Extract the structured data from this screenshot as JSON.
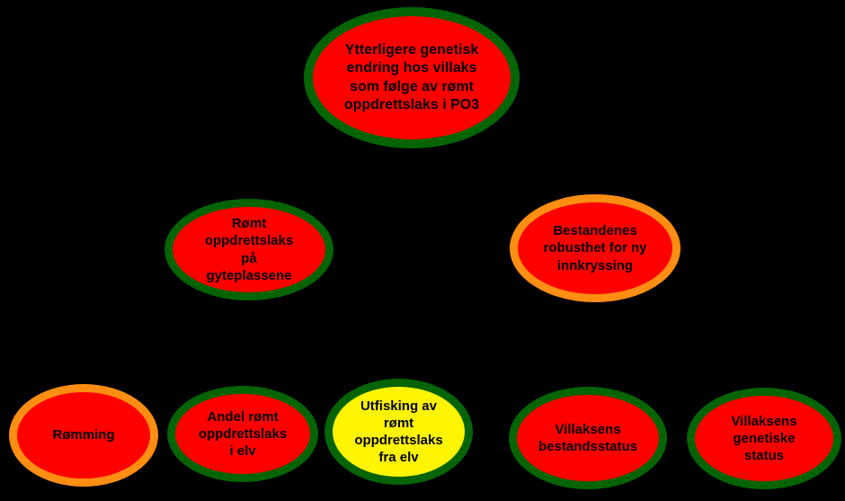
{
  "diagram": {
    "background": "#000000",
    "colors": {
      "red_fill": "#FF0000",
      "yellow_fill": "#FFF500",
      "green_border": "#056405",
      "orange_border": "#FF8E12",
      "text": "#000000"
    },
    "nodes": [
      {
        "id": "ytterligere-genetisk-endring-villaks-po3",
        "label": "Ytterligere genetisk\nendring hos villaks\nsom følge av rømt\noppdrettslaks i PO3",
        "fill": "#FF0000",
        "border": "#056405"
      },
      {
        "id": "romt-oppdrettslaks-pa-gyteplassene",
        "label": "Rømt\noppdrettslaks\npå\ngyteplassene",
        "fill": "#FF0000",
        "border": "#056405"
      },
      {
        "id": "bestandenes-robusthet-for-ny-innkryssing",
        "label": "Bestandenes\nrobusthet for ny\ninnkryssing",
        "fill": "#FF0000",
        "border": "#FF8E12"
      },
      {
        "id": "romming",
        "label": "Rømming",
        "fill": "#FF0000",
        "border": "#FF8E12"
      },
      {
        "id": "andel-romt-oppdrettslaks-i-elv",
        "label": "Andel rømt\noppdrettslaks\ni elv",
        "fill": "#FF0000",
        "border": "#056405"
      },
      {
        "id": "utfisking-av-romt-oppdrettslaks-fra-elv",
        "label": "Utfisking av\nrømt\noppdrettslaks\nfra elv",
        "fill": "#FFF500",
        "border": "#056405"
      },
      {
        "id": "villaksens-bestandsstatus",
        "label": "Villaksens\nbestandsstatus",
        "fill": "#FF0000",
        "border": "#056405"
      },
      {
        "id": "villaksens-genetiske-status",
        "label": "Villaksens\ngenetiske\nstatus",
        "fill": "#FF0000",
        "border": "#056405"
      }
    ]
  }
}
